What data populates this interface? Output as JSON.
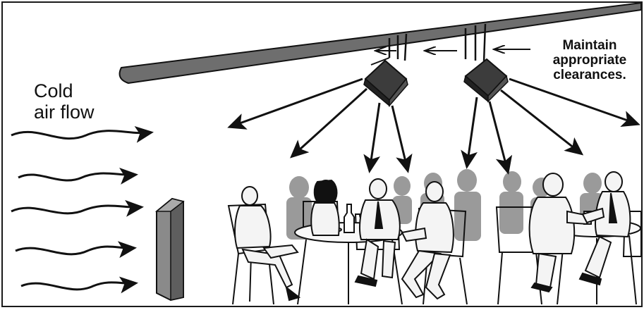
{
  "labels": {
    "cold_air_line1": "Cold",
    "cold_air_line2": "air flow",
    "clearance_line1": "Maintain",
    "clearance_line2": "appropriate",
    "clearance_line3": "clearances."
  },
  "colors": {
    "ceiling_beam": "#6e6e6e",
    "heater_body": "#3c3c3c",
    "panel_heater": "#8a8a8a",
    "silhouette": "#9a9a9a",
    "figure_fill": "#f4f4f4",
    "stroke": "#111111"
  },
  "icons": {
    "heater_left": "overhead-radiant-heater",
    "heater_right": "overhead-radiant-heater",
    "panel": "floor-panel-heater",
    "air_arrows": "wavy-arrow",
    "heat_arrows": "straight-arrow"
  }
}
